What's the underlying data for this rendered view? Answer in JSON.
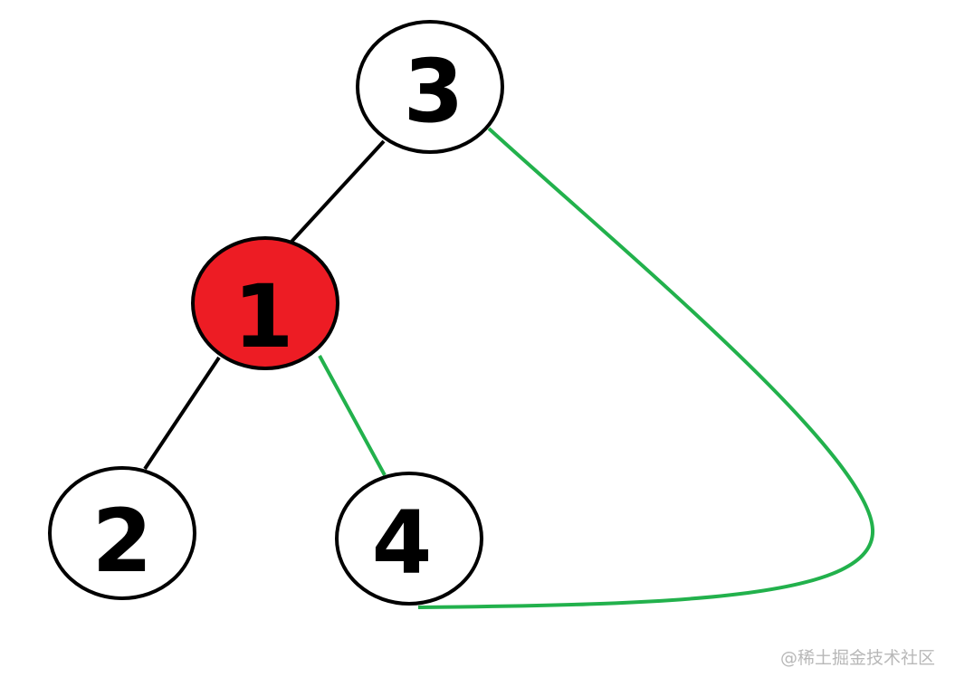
{
  "diagram": {
    "nodes": [
      {
        "id": "3",
        "label": "3",
        "fill": "#ffffff",
        "highlighted": false
      },
      {
        "id": "1",
        "label": "1",
        "fill": "#ed1c24",
        "highlighted": true
      },
      {
        "id": "2",
        "label": "2",
        "fill": "#ffffff",
        "highlighted": false
      },
      {
        "id": "4",
        "label": "4",
        "fill": "#ffffff",
        "highlighted": false
      }
    ],
    "edges": [
      {
        "from": "3",
        "to": "1",
        "color": "#000000"
      },
      {
        "from": "1",
        "to": "2",
        "color": "#000000"
      },
      {
        "from": "1",
        "to": "4",
        "color": "#22b14c"
      },
      {
        "from": "4",
        "to": "3",
        "color": "#22b14c"
      }
    ],
    "colors": {
      "outline": "#000000",
      "highlight": "#ed1c24",
      "green_edge": "#22b14c",
      "black_edge": "#000000"
    }
  },
  "watermark": {
    "text": "@稀土掘金技术社区"
  }
}
